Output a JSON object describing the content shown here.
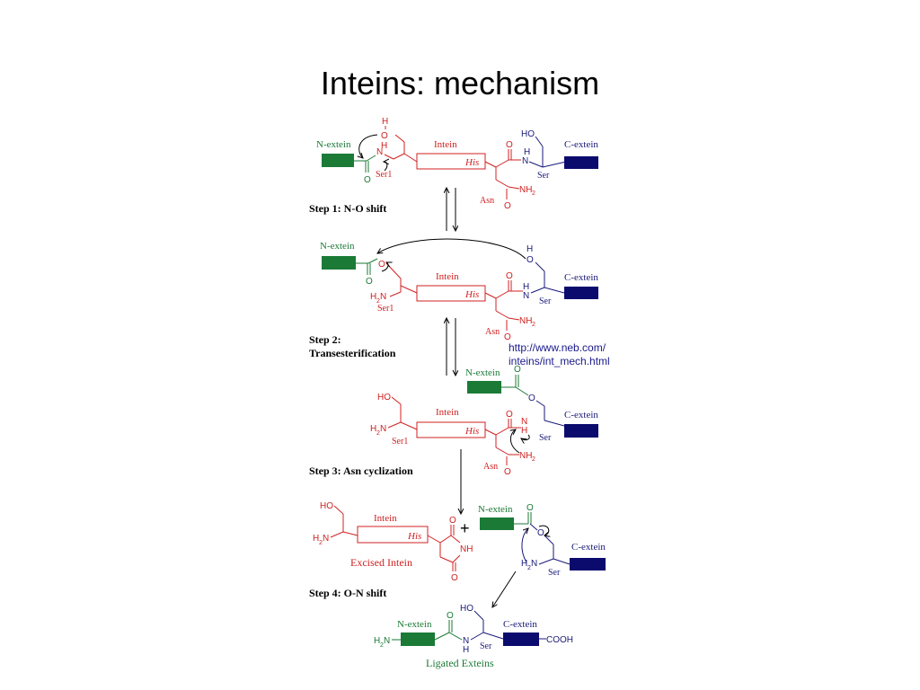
{
  "title": "Inteins: mechanism",
  "colors": {
    "nextein": "#1b7a36",
    "intein": "#d02020",
    "cextein": "#1a1a7a",
    "cextein_box": "#0b0b6e",
    "link": "#1a1a8c",
    "arrow": "#000000"
  },
  "labels": {
    "n_extein": "N-extein",
    "c_extein": "C-extein",
    "intein": "Intein",
    "his": "His",
    "ser": "Ser",
    "ser1": "Ser1",
    "asn": "Asn",
    "h": "H",
    "o": "O",
    "n": "N",
    "ho": "HO",
    "nh2": "NH",
    "sub2": "2",
    "h2n_h": "H",
    "nh": "NH",
    "cooh": "COOH",
    "plus": "+"
  },
  "steps": {
    "step1": "Step 1: N-O shift",
    "step2_line1": "Step 2:",
    "step2_line2": "Transesterification",
    "step3": "Step 3: Asn cyclization",
    "step4": "Step 4: O-N shift"
  },
  "excised_intein": "Excised Intein",
  "ligated_exteins": "Ligated Exteins",
  "source_link": {
    "line1": "http://www.neb.com/",
    "line2": "inteins/int_mech.html"
  }
}
